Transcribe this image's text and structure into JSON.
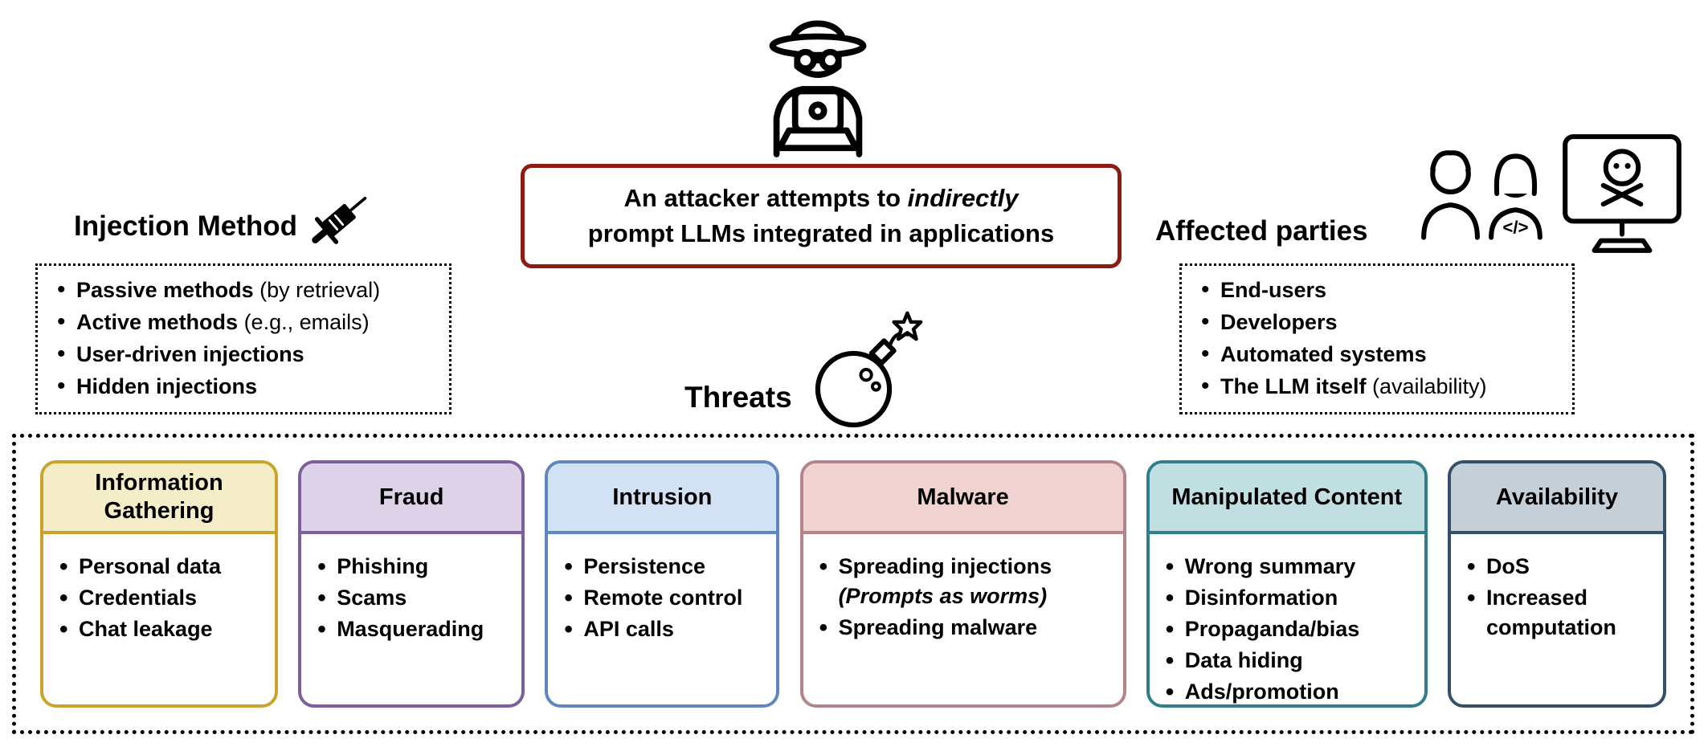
{
  "attacker": {
    "caption_line1_prefix": "An attacker attempts to ",
    "caption_line1_em": "indirectly",
    "caption_line2": "prompt LLMs integrated in applications",
    "box_border_color": "#8d1b12"
  },
  "injection_method": {
    "title": "Injection Method",
    "items": [
      {
        "label": "Passive methods",
        "note": " (by retrieval)"
      },
      {
        "label": "Active methods",
        "note": " (e.g., emails)"
      },
      {
        "label": "User-driven injections",
        "note": ""
      },
      {
        "label": "Hidden injections",
        "note": ""
      }
    ]
  },
  "affected_parties": {
    "title": "Affected parties",
    "items": [
      {
        "label": "End-users",
        "note": ""
      },
      {
        "label": "Developers",
        "note": ""
      },
      {
        "label": "Automated systems",
        "note": ""
      },
      {
        "label": "The LLM itself",
        "note": " (availability)"
      }
    ]
  },
  "threats": {
    "label": "Threats",
    "cards": [
      {
        "title": "Information Gathering",
        "border_color": "#c9a32b",
        "header_fill": "#f5ecc8",
        "items": [
          {
            "label": "Personal data"
          },
          {
            "label": "Credentials"
          },
          {
            "label": "Chat leakage"
          }
        ]
      },
      {
        "title": "Fraud",
        "border_color": "#7d5f9e",
        "header_fill": "#ddd2e8",
        "items": [
          {
            "label": "Phishing"
          },
          {
            "label": "Scams"
          },
          {
            "label": "Masquerading"
          }
        ]
      },
      {
        "title": "Intrusion",
        "border_color": "#6186bd",
        "header_fill": "#d3e1f4",
        "items": [
          {
            "label": "Persistence"
          },
          {
            "label": "Remote control"
          },
          {
            "label": "API calls"
          }
        ]
      },
      {
        "title": "Malware",
        "border_color": "#b3848a",
        "header_fill": "#f0d3d1",
        "items": [
          {
            "label": "Spreading injections",
            "note_italic": "(Prompts as worms)"
          },
          {
            "label": "Spreading malware"
          }
        ]
      },
      {
        "title": "Manipulated Content",
        "border_color": "#2f7f8a",
        "header_fill": "#c1dfe1",
        "items": [
          {
            "label": "Wrong summary"
          },
          {
            "label": "Disinformation"
          },
          {
            "label": "Propaganda/bias"
          },
          {
            "label": "Data hiding"
          },
          {
            "label": "Ads/promotion"
          }
        ]
      },
      {
        "title": "Availability",
        "border_color": "#33506b",
        "header_fill": "#c5cfd8",
        "items": [
          {
            "label": "DoS"
          },
          {
            "label": "Increased computation"
          }
        ]
      }
    ]
  }
}
